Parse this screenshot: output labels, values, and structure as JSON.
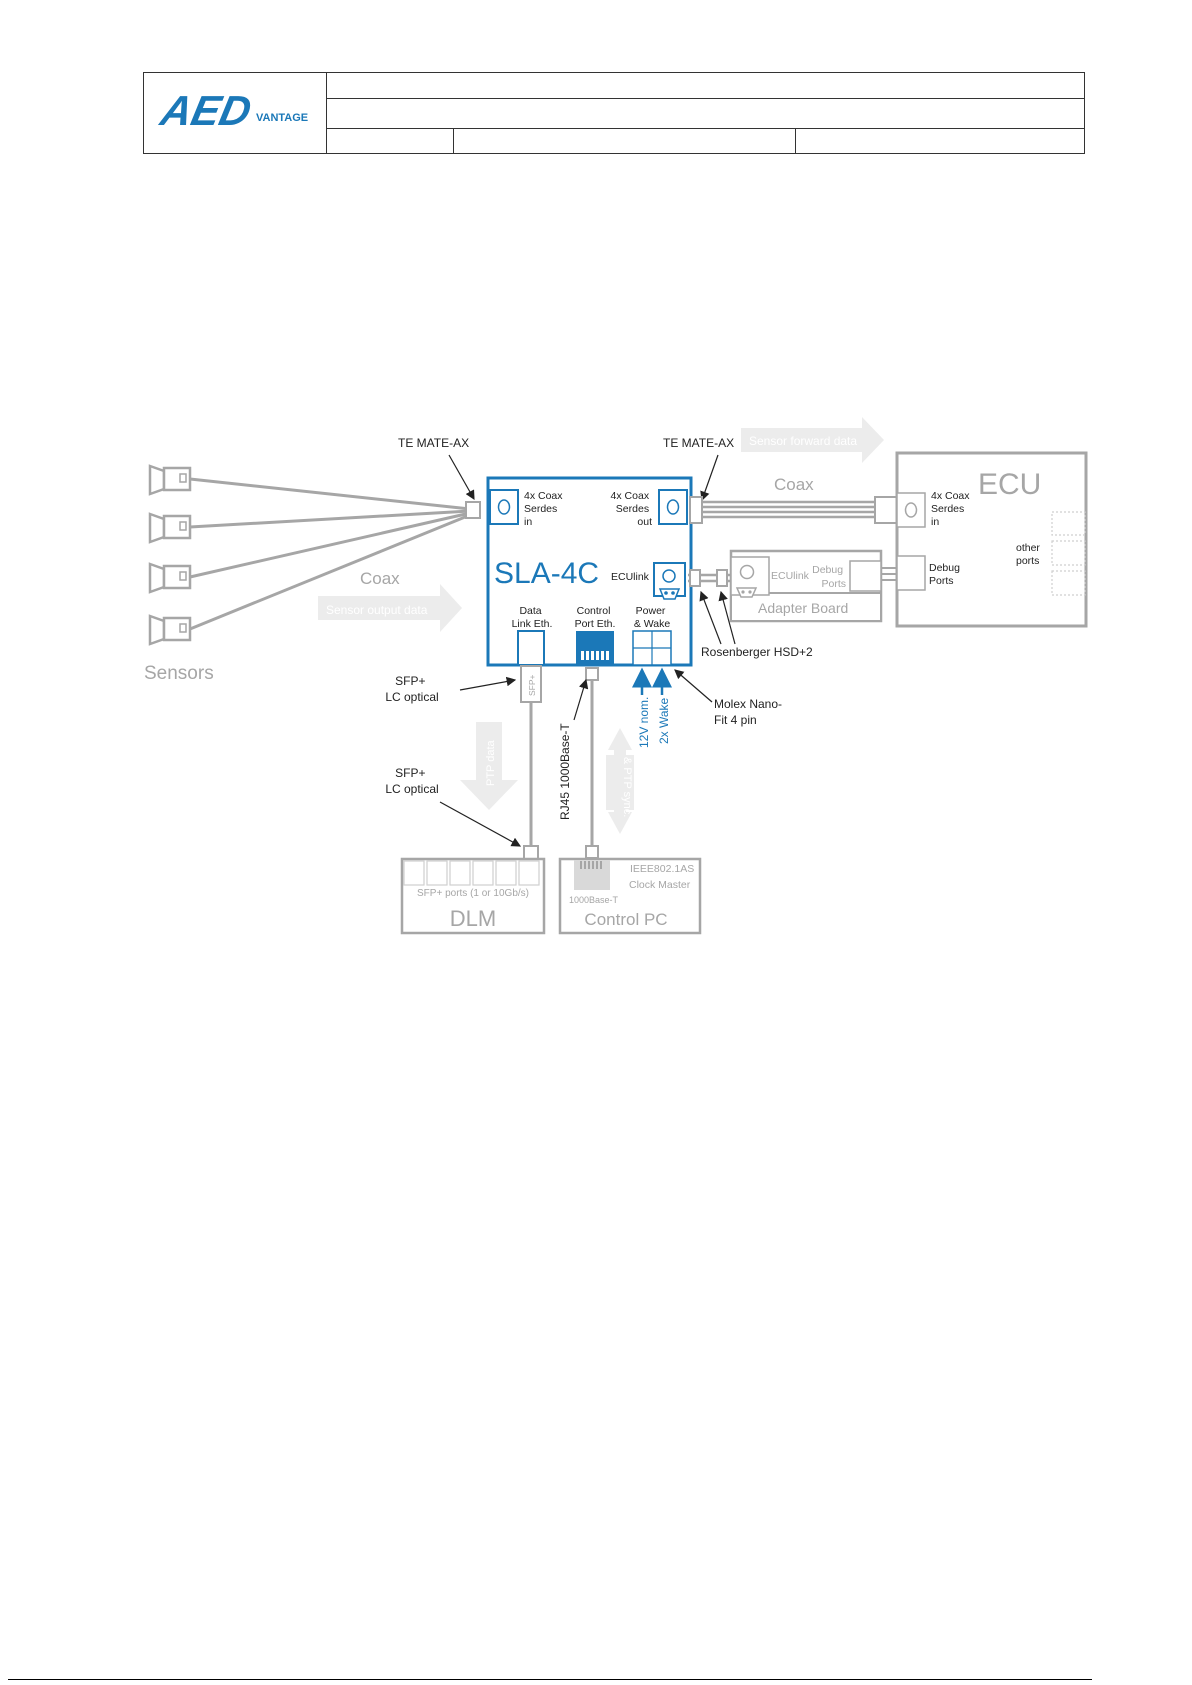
{
  "header": {
    "logo_text_main": "AED",
    "logo_text_sub": "VANTAGE",
    "row1": "",
    "row2": "",
    "row3": [
      "",
      "",
      ""
    ]
  },
  "diagram": {
    "sensors_label": "Sensors",
    "coax_left": "Coax",
    "sensor_output_arrow": "Sensor output data",
    "te_mate_left": "TE MATE-AX",
    "te_mate_right": "TE MATE-AX",
    "sensor_forward_arrow": "Sensor forward data",
    "coax_top": "Coax",
    "sla": {
      "title": "SLA-4C",
      "coax_in": [
        "4x Coax",
        "Serdes",
        "in"
      ],
      "coax_out": [
        "4x Coax",
        "Serdes",
        "out"
      ],
      "ecu_link": "ECUlink",
      "data_link": [
        "Data",
        "Link Eth."
      ],
      "control_port": [
        "Control",
        "Port Eth."
      ],
      "power_wake": [
        "Power",
        "& Wake"
      ]
    },
    "adapter": {
      "title": "Adapter Board",
      "ecu_link": "ECUlink",
      "debug_ports": [
        "Debug",
        "Ports"
      ]
    },
    "ecu": {
      "title": "ECU",
      "coax_in": [
        "4x Coax",
        "Serdes",
        "in"
      ],
      "debug_ports": [
        "Debug",
        "Ports"
      ],
      "other_ports": [
        "other",
        "ports"
      ]
    },
    "rosenberger": "Rosenberger HSD+2",
    "molex": [
      "Molex Nano-",
      "Fit 4 pin"
    ],
    "v12": "12V nom.",
    "wake": "2x Wake",
    "sfp_top": [
      "SFP+",
      "LC optical"
    ],
    "sfp_bottom": [
      "SFP+",
      "LC optical"
    ],
    "sfp_tag": "SFP+",
    "rj45": "RJ45 1000Base-T",
    "ptp_arrow": "PTP data",
    "control_arrow": [
      "Control data",
      "& PTP sync."
    ],
    "dlm": {
      "title": "DLM",
      "ports": "SFP+ ports (1 or 10Gb/s)"
    },
    "control_pc": {
      "title": "Control PC",
      "clock": [
        "IEEE802.1AS",
        "Clock Master"
      ],
      "port": "1000Base-T"
    }
  },
  "colors": {
    "accent": "#1b78b8",
    "gray": "#a6a6a6",
    "light_gray": "#e3e3e3",
    "dark": "#222222"
  }
}
